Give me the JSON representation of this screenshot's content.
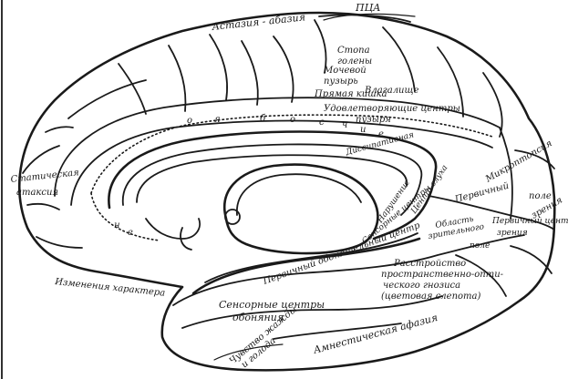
{
  "labels": {
    "ptsa": "ПЦА",
    "astasia": "Астазия - абазия",
    "stopa": "Стопа",
    "goleni": "голены",
    "vlagalishche": "Влагалище",
    "mochevoi": "Мочевой",
    "puzyr": "пузырь",
    "pryamaya_kishka": "Прямая кишка",
    "udovletvor": "Удовлетворяющие центры",
    "puzyrya": "пузыря",
    "letter_o1": "о",
    "letter_ya": "я",
    "letter_b": "б",
    "letter_o2": "о",
    "letter_s": "с",
    "letter_ch": "ч",
    "letter_i": "и",
    "letter_e": "е",
    "letter_n": "н",
    "letter_ie": "е",
    "dissipativnaya": "Диссипативная",
    "narushenie": "Нарушение",
    "tsentr_slukha": "Центр слуха",
    "sensornye_tsentry_zrenie": "Сенсорные центры",
    "zreniya": "зрения",
    "mikroptsiya": "Микроптопсия",
    "pervichnyi": "Первичный",
    "pole": "поле",
    "zreniya2": "зрения",
    "oblast": "Область",
    "zritelnoe": "зрительного",
    "pole2": "поле",
    "pervichnyi_tsentr": "Первичный центр",
    "zrenie_tsentr": "зрения",
    "statisticheskaya": "Статическая",
    "ataksiya": "атаксия",
    "izmenenie": "Изменения характера",
    "pervichnyi_obonyatelnyi": "Первичный обонятельный центр",
    "rasstroistvo": "Расстройство",
    "prostranstvenno": "пространственно-опти-",
    "cheskogo": "ческого гнозиса",
    "tsvetovaya": "(цветовая слепота)",
    "sensornye_obonyanie": "Сенсорные центры",
    "obonyaniya": "обоняния",
    "chuvstvo": "Чувство жажды",
    "goloda": "и голода",
    "amnesticheskaya": "Амнестическая афазия"
  }
}
